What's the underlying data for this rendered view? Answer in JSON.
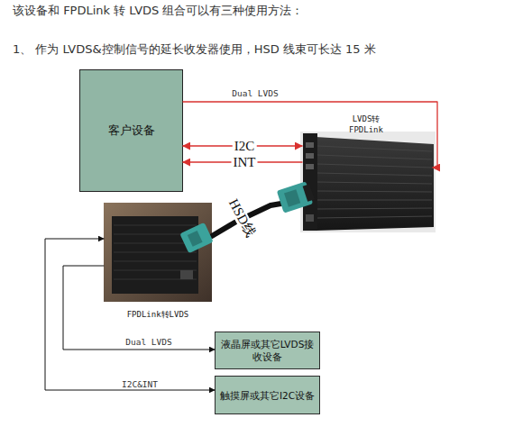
{
  "diagram": {
    "nodes": [
      {
        "text": [
          "客户设备"
        ]
      },
      {
        "text": [
          "LVDS转 FPDLink"
        ]
      },
      {
        "text": [
          "FPDLink转LVDS"
        ]
      },
      {
        "text": [
          "液晶屏或其它LVDS接 收设备"
        ]
      },
      {
        "text": [
          "触摸屏或其它I2C设备"
        ]
      }
    ],
    "edges": [
      {
        "from": 0,
        "to": 1,
        "label": "Dual LVDS",
        "arrow": "to"
      },
      {
        "from": 0,
        "to": 1,
        "label": "I2C",
        "arrow": "both"
      },
      {
        "from": 1,
        "to": 0,
        "label": "INT",
        "arrow": "to"
      },
      {
        "from": 1,
        "to": 2,
        "label": "HSD线",
        "arrow": "none"
      },
      {
        "from": 2,
        "to": 3,
        "label": "Dual LVDS",
        "arrow": "to"
      },
      {
        "from": 2,
        "to": 4,
        "label": "I2C&INT",
        "arrow": "both"
      }
    ],
    "labels": [
      "该设备和 FPDLink 转 LVDS 组合可以有三种使用方法：",
      "1、 作为 LVDS&控制信号的延长收发器使用，HSD 线束可长达 15 米"
    ]
  }
}
